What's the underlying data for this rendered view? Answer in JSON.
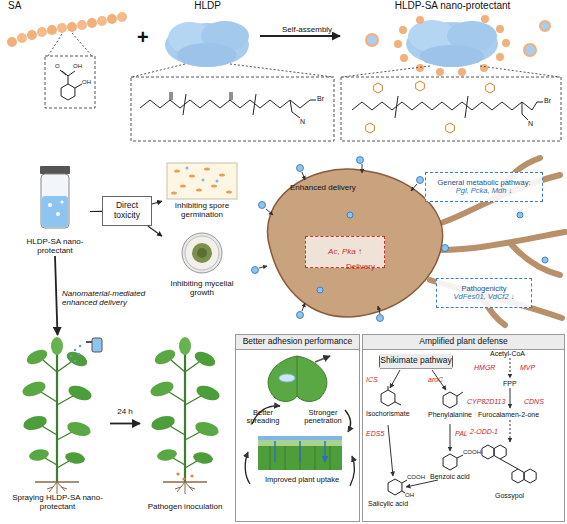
{
  "diagram": {
    "nodes": [
      {
        "text": [
          "SA"
        ]
      },
      {
        "text": [
          "HLDP"
        ]
      },
      {
        "text": [
          "HLDP-SA nano-protectant"
        ]
      },
      {
        "text": [
          "HLDP-SA nano-protectant"
        ]
      },
      {
        "text": [
          "Direct toxicity"
        ]
      },
      {
        "text": [
          "Inhibiting spore germination"
        ]
      },
      {
        "text": [
          "Inhibiting mycelial growth"
        ]
      },
      {
        "text": [
          "Enhanced delivery"
        ]
      },
      {
        "text": [
          "Delivery",
          "Ac, Pka ↑"
        ],
        "in": 7
      },
      {
        "text": [
          "General metabolic pathway:",
          "Pgl, Pcka, Mdh ↓"
        ]
      },
      {
        "text": [
          "Pathogenicity",
          "VdFes01, VdCf2 ↓"
        ]
      },
      {
        "text": [
          "Spraying HLDP-SA nano-protectant"
        ]
      },
      {
        "text": [
          "Pathogen inoculation"
        ]
      },
      {
        "text": [
          "Better adhesion performance"
        ]
      },
      {
        "text": [
          "Amplified plant defense"
        ]
      },
      {
        "text": [
          "Shikimate pathway"
        ],
        "in": 14
      }
    ],
    "edges": [
      {
        "from": 1,
        "to": 2,
        "label": "Self-assembly",
        "arrow": "to"
      },
      {
        "from": 3,
        "to": 4,
        "arrow": "none"
      },
      {
        "from": 4,
        "to": 5,
        "arrow": "to"
      },
      {
        "from": 4,
        "to": 6,
        "arrow": "to"
      },
      {
        "from": 3,
        "to": 11,
        "label": "Nanomaterial-mediated enhanced delivery",
        "arrow": "to"
      },
      {
        "from": 11,
        "to": 12,
        "label": "24 h",
        "arrow": "to"
      }
    ],
    "labels": [
      "+",
      "O",
      "OH",
      "OH",
      "Br",
      "N",
      "Br",
      "N",
      "Better spreading",
      "Stronger penetration",
      "Improved plant uptake",
      "ICS",
      "aroC",
      "Isochorismate",
      "Phenylalanine",
      "EDS5",
      "PAL",
      "Benzoic acid",
      "Salicylic acid",
      "Acetyl-CoA",
      "HMGR",
      "MVP",
      "FPP",
      "CYP82D113",
      "CDNS",
      "Furocalamen-2-one",
      "2-ODD-1",
      "Gossypol",
      "COOH",
      "COOH",
      "OH"
    ]
  }
}
